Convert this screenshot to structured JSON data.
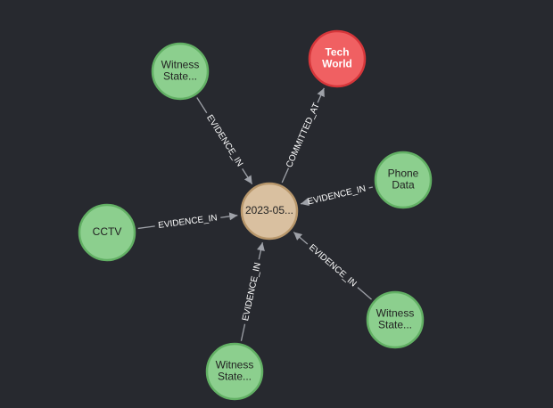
{
  "graph": {
    "center": {
      "label": "2023-05...",
      "color": "#d9c0a0",
      "stroke": "#b8976b"
    },
    "nodes": [
      {
        "id": "tech-world",
        "lines": [
          "Tech",
          "World"
        ],
        "color": "#f06062",
        "stroke": "#d6363a",
        "text_color": "#ffffff",
        "bold": true
      },
      {
        "id": "witness-top",
        "lines": [
          "Witness",
          "State..."
        ],
        "color": "#8ccf8e",
        "stroke": "#62b064",
        "text_color": "#222222",
        "bold": false
      },
      {
        "id": "phone-data",
        "lines": [
          "Phone",
          "Data"
        ],
        "color": "#8ccf8e",
        "stroke": "#62b064",
        "text_color": "#222222",
        "bold": false
      },
      {
        "id": "cctv",
        "lines": [
          "CCTV"
        ],
        "color": "#8ccf8e",
        "stroke": "#62b064",
        "text_color": "#222222",
        "bold": false
      },
      {
        "id": "witness-right",
        "lines": [
          "Witness",
          "State..."
        ],
        "color": "#8ccf8e",
        "stroke": "#62b064",
        "text_color": "#222222",
        "bold": false
      },
      {
        "id": "witness-bottom",
        "lines": [
          "Witness",
          "State..."
        ],
        "color": "#8ccf8e",
        "stroke": "#62b064",
        "text_color": "#222222",
        "bold": false
      }
    ],
    "edges": [
      {
        "node": "tech-world",
        "label": "COMMITTED_AT",
        "direction": "out"
      },
      {
        "node": "witness-top",
        "label": "EVIDENCE_IN",
        "direction": "in"
      },
      {
        "node": "phone-data",
        "label": "EVIDENCE_IN",
        "direction": "in"
      },
      {
        "node": "cctv",
        "label": "EVIDENCE_IN",
        "direction": "in"
      },
      {
        "node": "witness-right",
        "label": "EVIDENCE_IN",
        "direction": "in"
      },
      {
        "node": "witness-bottom",
        "label": "EVIDENCE_IN",
        "direction": "in"
      }
    ]
  }
}
